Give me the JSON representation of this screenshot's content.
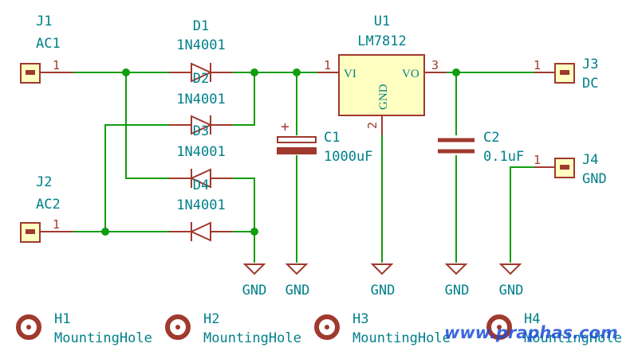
{
  "connectors": [
    {
      "ref": "J1",
      "value": "AC1",
      "pin": "1"
    },
    {
      "ref": "J2",
      "value": "AC2",
      "pin": "1"
    },
    {
      "ref": "J3",
      "value": "DC",
      "pin": "1"
    },
    {
      "ref": "J4",
      "value": "GND",
      "pin": "1"
    }
  ],
  "diodes": [
    {
      "ref": "D1",
      "value": "1N4001"
    },
    {
      "ref": "D2",
      "value": "1N4001"
    },
    {
      "ref": "D3",
      "value": "1N4001"
    },
    {
      "ref": "D4",
      "value": "1N4001"
    }
  ],
  "regulator": {
    "ref": "U1",
    "value": "LM7812",
    "vi_label": "VI",
    "vo_label": "VO",
    "gnd_label": "GND",
    "pin_in": "1",
    "pin_gnd": "2",
    "pin_out": "3"
  },
  "capacitors": [
    {
      "ref": "C1",
      "value": "1000uF",
      "polarity": "+"
    },
    {
      "ref": "C2",
      "value": "0.1uF"
    }
  ],
  "ground_symbols": [
    "GND",
    "GND",
    "GND",
    "GND",
    "GND"
  ],
  "mounting_holes": [
    {
      "ref": "H1",
      "value": "MountingHole"
    },
    {
      "ref": "H2",
      "value": "MountingHole"
    },
    {
      "ref": "H3",
      "value": "MountingHole"
    },
    {
      "ref": "H4",
      "value": "MountingHole"
    }
  ],
  "watermark": "www.praphas.com",
  "colors": {
    "wire": "#119d11",
    "symbol": "#a0392e",
    "text": "#00808a",
    "body_fill": "#ffffc2",
    "watermark": "#1c4fd8"
  }
}
